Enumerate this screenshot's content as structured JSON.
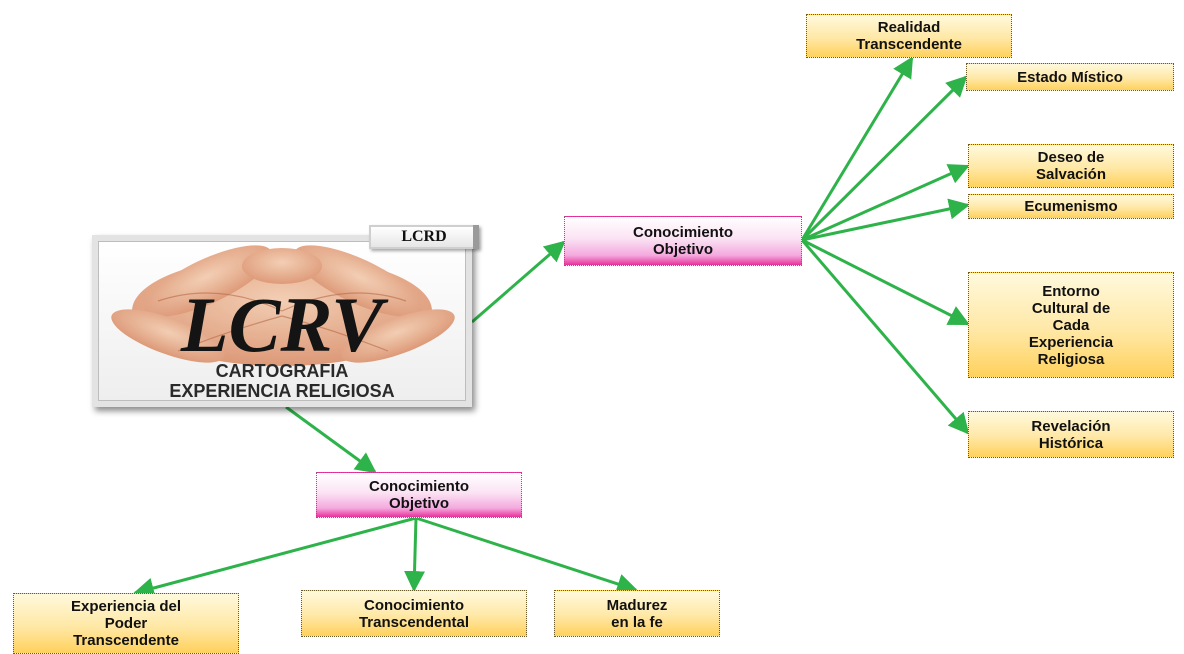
{
  "logo": {
    "monogram": "LCRV",
    "caption": "CARTOGRAFIA\nEXPERIENCIA RELIGIOSA",
    "badge": "LCRD"
  },
  "nodes": {
    "hub_top": "Conocimiento\nObjetivo",
    "hub_bottom": "Conocimiento\nObjetivo",
    "realidad": "Realidad\nTranscendente",
    "estado": "Estado Místico",
    "deseo": "Deseo de\nSalvación",
    "ecumenismo": "Ecumenismo",
    "entorno": "Entorno\nCultural de\nCada\nExperiencia\nReligiosa",
    "revelacion": "Revelación\nHistórica",
    "experiencia": "Experiencia del\nPoder\nTranscendente",
    "conocimiento_trans": "Conocimiento\nTranscendental",
    "madurez": "Madurez\nen la fe"
  },
  "colors": {
    "edge": "#2eb34a",
    "leaf_fill": "#ffd96b",
    "hub_fill": "#f7b6e3"
  }
}
